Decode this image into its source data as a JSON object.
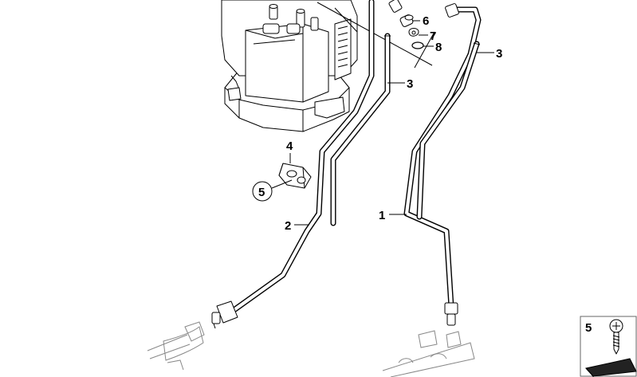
{
  "diagram": {
    "callouts": [
      {
        "id": "c6",
        "text": "6"
      },
      {
        "id": "c7",
        "text": "7"
      },
      {
        "id": "c8",
        "text": "8"
      },
      {
        "id": "c3a",
        "text": "3"
      },
      {
        "id": "c3b",
        "text": "3"
      },
      {
        "id": "c4",
        "text": "4"
      },
      {
        "id": "c5",
        "text": "5"
      },
      {
        "id": "c2",
        "text": "2"
      },
      {
        "id": "c1",
        "text": "1"
      }
    ],
    "legend_box": {
      "label": "5"
    }
  }
}
